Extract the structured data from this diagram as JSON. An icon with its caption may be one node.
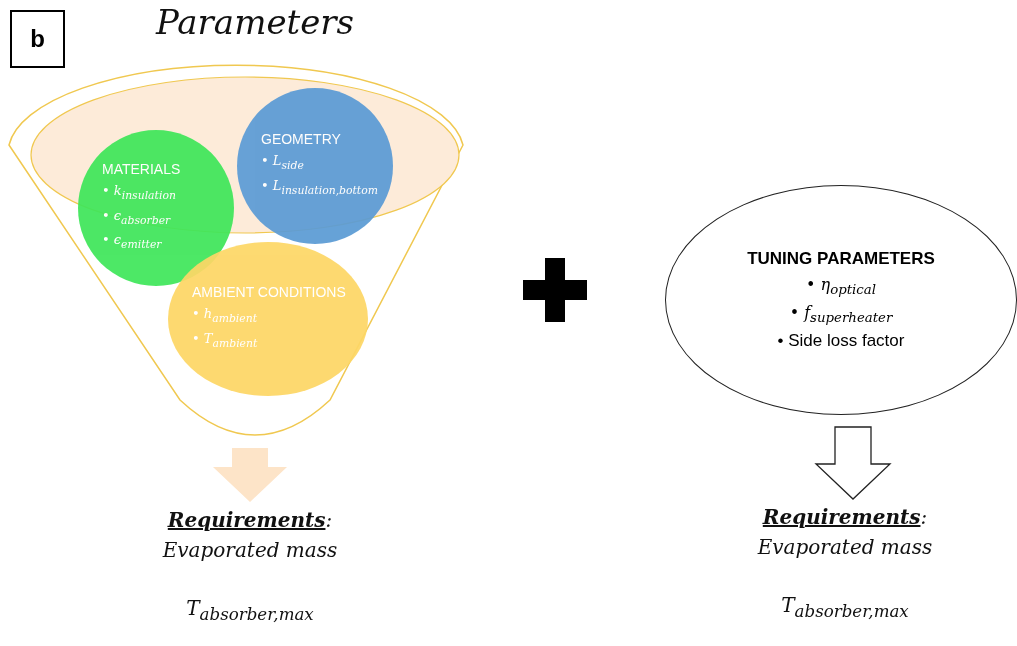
{
  "diagram": {
    "title": "Parameters",
    "nodes": [
      {
        "text": [],
        "shape": "funnel"
      },
      {
        "text": [
          "MATERIALS",
          "• k$_{insulation}$",
          "• ϵ$_{absorber}$",
          "• ϵ$_{emitter}$"
        ],
        "in": 0
      },
      {
        "text": [
          "GEOMETRY",
          "• L$_{side}$",
          "• L$_{insulation,bottom}$"
        ],
        "in": 0
      },
      {
        "text": [
          "AMBIENT CONDITIONS",
          "• h$_{ambient}$",
          "• T$_{ambient}$"
        ],
        "in": 0
      },
      {
        "text": [
          "**Requirements**:",
          "Evaporated mass",
          "T$_{absorber,max}$"
        ]
      },
      {
        "text": [
          "TUNING PARAMETERS",
          "•   η$_{optical}$",
          "•   f$_{superheater}$",
          "•   Side loss factor"
        ]
      },
      {
        "text": [
          "**Requirements**:",
          "Evaporated mass",
          "T$_{absorber,max}$"
        ]
      }
    ],
    "edges": [
      {
        "from": 0,
        "to": 4,
        "arrow": "to",
        "color": "#fde4c8"
      },
      {
        "from": 5,
        "to": 6,
        "arrow": "to"
      }
    ],
    "labels": [
      "b"
    ]
  }
}
